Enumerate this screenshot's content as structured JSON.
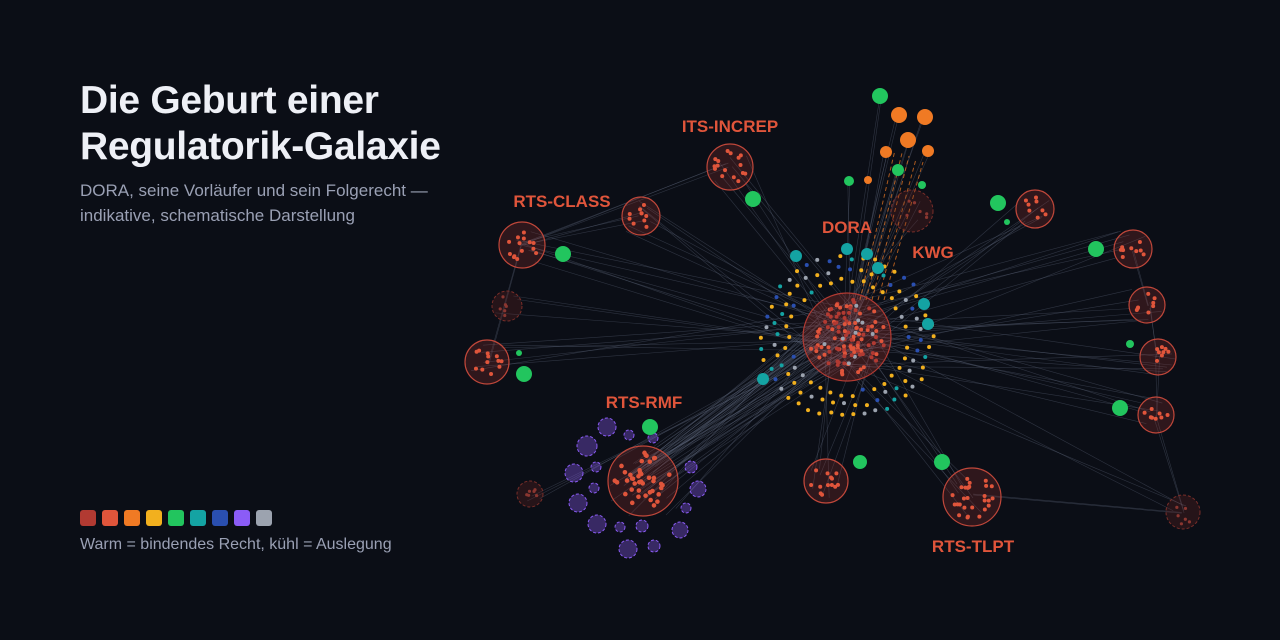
{
  "header": {
    "title_line1": "Die Geburt einer",
    "title_line2": "Regulatorik-Galaxie",
    "subtitle_line1": "DORA, seine Vorläufer und sein Folgerecht —",
    "subtitle_line2": "indikative, schematische Darstellung"
  },
  "legend": {
    "colors": [
      "#b23a32",
      "#e0553b",
      "#f07a24",
      "#f2b01e",
      "#22c55e",
      "#14a3a3",
      "#2a4fb0",
      "#8b5cf6",
      "#9ca3af"
    ],
    "caption": "Warm = bindendes Recht, kühl = Auslegung"
  },
  "colors": {
    "background": "#0b0e16",
    "label": "#e0553b",
    "link": "#5b6378"
  },
  "clusters": {
    "dora": "DORA",
    "kwg": "KWG",
    "its_increp": "ITS-INCREP",
    "rts_class": "RTS-CLASS",
    "rts_rmf": "RTS-RMF",
    "rts_tlpt": "RTS-TLPT"
  }
}
